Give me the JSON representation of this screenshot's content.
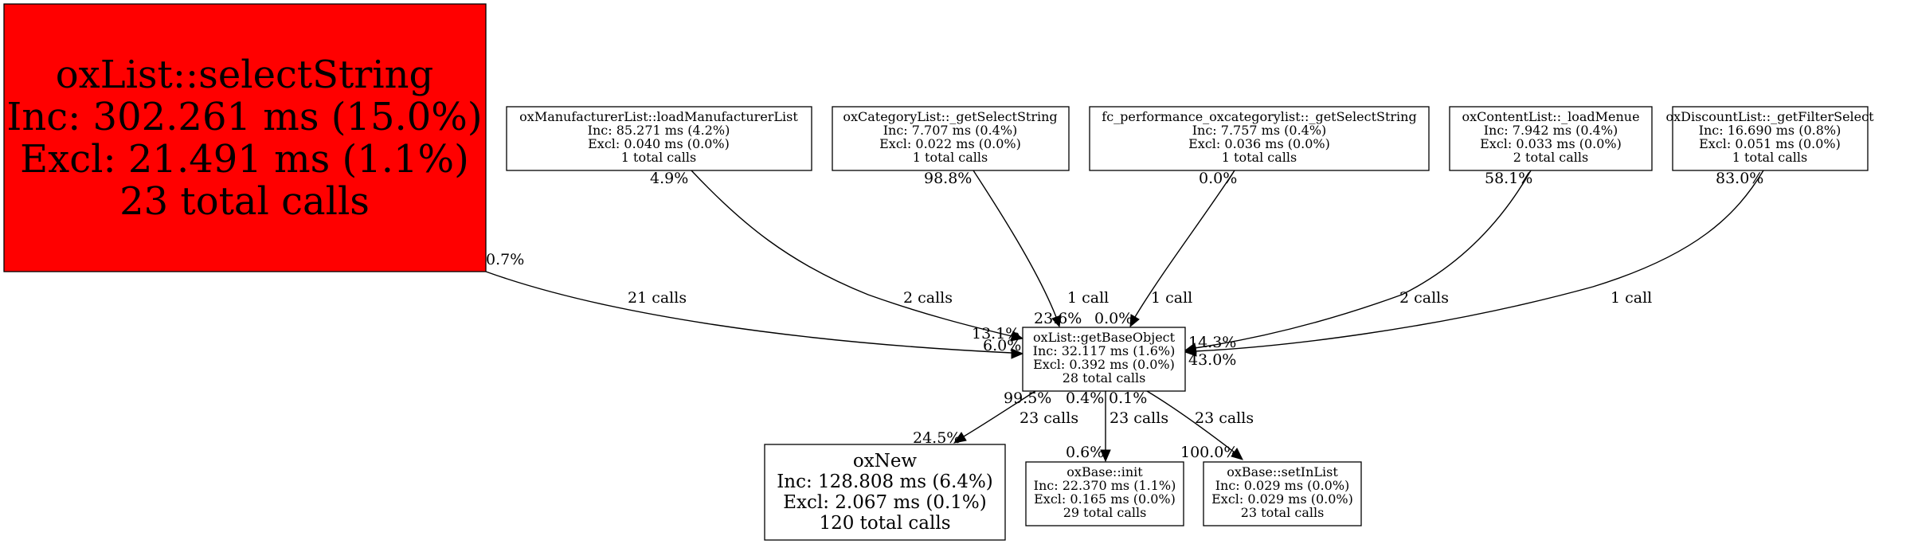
{
  "nodes": {
    "selectString": {
      "title": "oxList::selectString",
      "inc": "Inc: 302.261 ms (15.0%)",
      "excl": "Excl: 21.491 ms (1.1%)",
      "calls": "23 total calls",
      "fill": "#ff0000"
    },
    "loadManufacturerList": {
      "title": "oxManufacturerList::loadManufacturerList",
      "inc": "Inc: 85.271 ms (4.2%)",
      "excl": "Excl: 0.040 ms (0.0%)",
      "calls": "1 total calls"
    },
    "categoryGetSelectString": {
      "title": "oxCategoryList::_getSelectString",
      "inc": "Inc: 7.707 ms (0.4%)",
      "excl": "Excl: 0.022 ms (0.0%)",
      "calls": "1 total calls"
    },
    "fcGetSelectString": {
      "title": "fc_performance_oxcategorylist::_getSelectString",
      "inc": "Inc: 7.757 ms (0.4%)",
      "excl": "Excl: 0.036 ms (0.0%)",
      "calls": "1 total calls"
    },
    "contentLoadMenue": {
      "title": "oxContentList::_loadMenue",
      "inc": "Inc: 7.942 ms (0.4%)",
      "excl": "Excl: 0.033 ms (0.0%)",
      "calls": "2 total calls"
    },
    "discountGetFilterSelect": {
      "title": "oxDiscountList::_getFilterSelect",
      "inc": "Inc: 16.690 ms (0.8%)",
      "excl": "Excl: 0.051 ms (0.0%)",
      "calls": "1 total calls"
    },
    "getBaseObject": {
      "title": "oxList::getBaseObject",
      "inc": "Inc: 32.117 ms (1.6%)",
      "excl": "Excl: 0.392 ms (0.0%)",
      "calls": "28 total calls"
    },
    "oxNew": {
      "title": "oxNew",
      "inc": "Inc: 128.808 ms (6.4%)",
      "excl": "Excl: 2.067 ms (0.1%)",
      "calls": "120 total calls"
    },
    "baseInit": {
      "title": "oxBase::init",
      "inc": "Inc: 22.370 ms (1.1%)",
      "excl": "Excl: 0.165 ms (0.0%)",
      "calls": "29 total calls"
    },
    "baseSetInList": {
      "title": "oxBase::setInList",
      "inc": "Inc: 0.029 ms (0.0%)",
      "excl": "Excl: 0.029 ms (0.0%)",
      "calls": "23 total calls"
    }
  },
  "edges": {
    "selectString_to_base": {
      "calls": "21 calls",
      "from_pct": "0.7%",
      "to_pct": "6.0%"
    },
    "manufacturer_to_base": {
      "calls": "2 calls",
      "from_pct": "4.9%",
      "to_pct": "13.1%"
    },
    "category_to_base": {
      "calls": "1 call",
      "from_pct": "98.8%",
      "to_pct": "23.6%"
    },
    "fc_to_base": {
      "calls": "1 call",
      "from_pct": "0.0%",
      "to_pct": "0.0%"
    },
    "content_to_base": {
      "calls": "2 calls",
      "from_pct": "58.1%",
      "to_pct": "14.3%"
    },
    "discount_to_base": {
      "calls": "1 call",
      "from_pct": "83.0%",
      "to_pct": "43.0%"
    },
    "base_to_oxNew": {
      "calls": "23 calls",
      "from_pct": "99.5%",
      "to_pct": "24.5%"
    },
    "base_to_init": {
      "calls": "23 calls",
      "from_pct": "0.4%",
      "to_pct": "0.6%"
    },
    "base_to_setInList": {
      "calls": "23 calls",
      "from_pct": "0.1%",
      "to_pct": "100.0%"
    }
  }
}
